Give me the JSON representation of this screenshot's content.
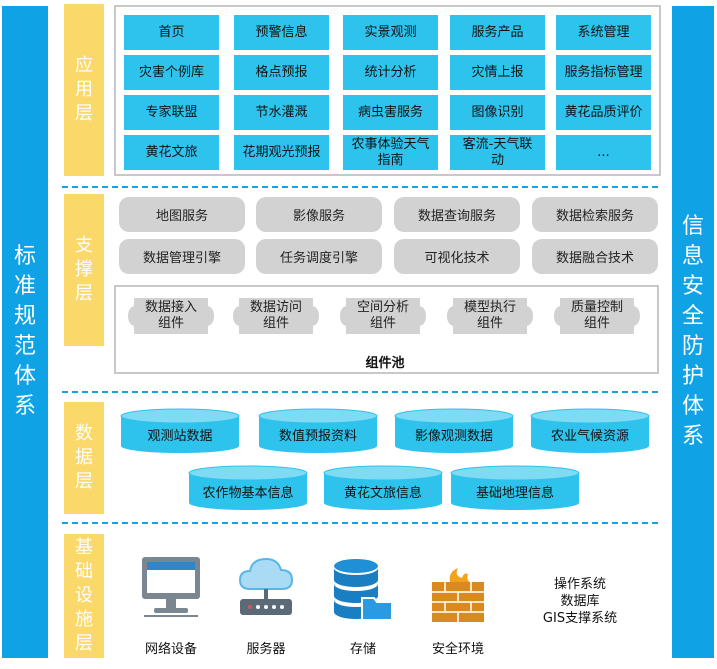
{
  "left_bar": "标准规范体系",
  "right_bar": "信息安全防护体系",
  "layers": {
    "application": "应用层",
    "support": "支撑层",
    "data": "数据层",
    "infrastructure": "基础设施层"
  },
  "application_modules": [
    [
      "首页",
      "预警信息",
      "实景观测",
      "服务产品",
      "系统管理"
    ],
    [
      "灾害个例库",
      "格点预报",
      "统计分析",
      "灾情上报",
      "服务指标管理"
    ],
    [
      "专家联盟",
      "节水灌溉",
      "病虫害服务",
      "图像识别",
      "黄花品质评价"
    ],
    [
      "黄花文旅",
      "花期观光预报",
      "农事体验天气指南",
      "客流-天气联动",
      "..."
    ]
  ],
  "support_services": [
    [
      "地图服务",
      "影像服务",
      "数据查询服务",
      "数据检索服务"
    ],
    [
      "数据管理引擎",
      "任务调度引擎",
      "可视化技术",
      "数据融合技术"
    ]
  ],
  "components": [
    "数据接入组件",
    "数据访问组件",
    "空间分析组件",
    "模型执行组件",
    "质量控制组件"
  ],
  "component_pool_label": "组件池",
  "data_stores": [
    [
      "观测站数据",
      "数值预报资料",
      "影像观测数据",
      "农业气候资源"
    ],
    [
      "农作物基本信息",
      "黄花文旅信息",
      "基础地理信息"
    ]
  ],
  "infrastructure_items": [
    "网络设备",
    "服务器",
    "存储",
    "安全环境"
  ],
  "system_software": [
    "操作系统",
    "数据库",
    "GIS支撑系统"
  ],
  "colors": {
    "side_bar": "#0fa3e6",
    "layer_label": "#fbd86a",
    "app_button": "#2ec3ec",
    "service_pill": "#d2d2d2",
    "data_cylinder": "#2ec3ec",
    "divider": "#16a3e0"
  }
}
